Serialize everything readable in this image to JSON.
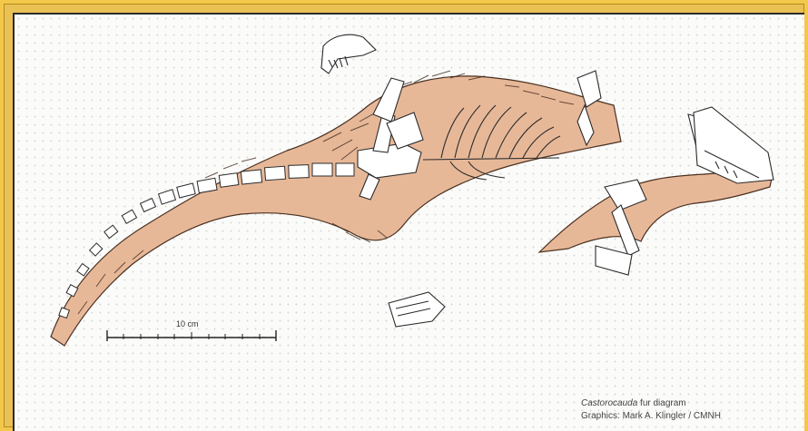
{
  "scale_bar": {
    "label": "10 cm"
  },
  "credit": {
    "species": "Castorocauda",
    "title_rest": " fur diagram",
    "graphics_line": "Graphics: Mark A. Klingler / CMNH"
  },
  "colors": {
    "fur": "#e7b898",
    "fur_stroke": "#4a3020",
    "bone": "#ffffff",
    "bone_stroke": "#2b2b2b",
    "frame": "#f3c84a"
  }
}
